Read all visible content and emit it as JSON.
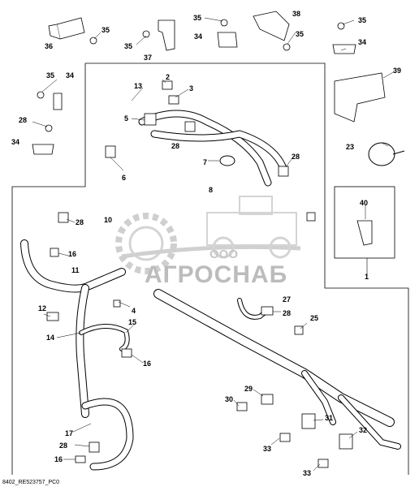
{
  "diagram": {
    "callouts": [
      "1",
      "2",
      "3",
      "4",
      "5",
      "6",
      "7",
      "8",
      "10",
      "11",
      "12",
      "13",
      "14",
      "15",
      "16",
      "16",
      "16",
      "17",
      "23",
      "25",
      "27",
      "28",
      "28",
      "28",
      "28",
      "28",
      "28",
      "29",
      "30",
      "31",
      "32",
      "33",
      "33",
      "34",
      "34",
      "34",
      "34",
      "35",
      "35",
      "35",
      "35",
      "35",
      "35",
      "36",
      "37",
      "38",
      "39",
      "40"
    ],
    "drawing_code": "8402_RE523757_PC0",
    "watermark": {
      "brand": "АГРОСНАБ",
      "prefix": "ООО"
    }
  },
  "colors": {
    "line": "#000000",
    "watermark": "#bcbcbc",
    "background": "#ffffff"
  }
}
